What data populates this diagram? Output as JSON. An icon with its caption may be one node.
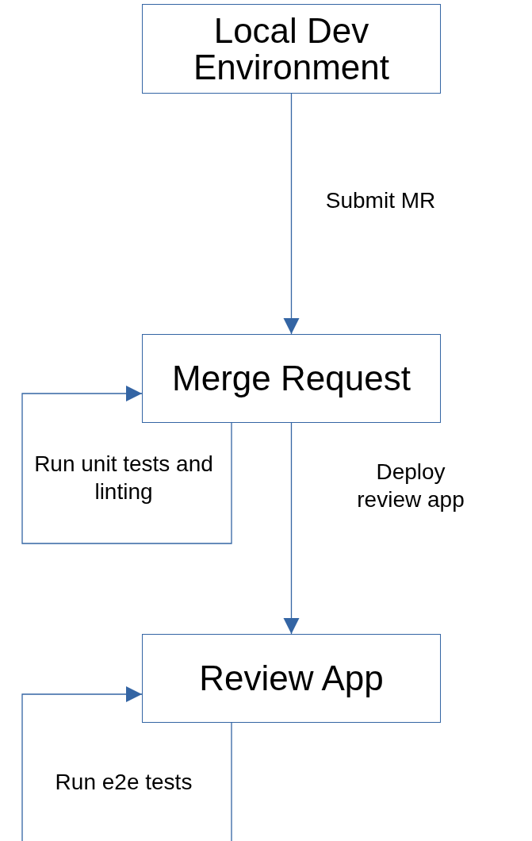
{
  "diagram": {
    "nodes": [
      {
        "text": [
          "Local Dev Environment"
        ]
      },
      {
        "text": [
          "Merge Request"
        ]
      },
      {
        "text": [
          "Review App"
        ]
      }
    ],
    "edges": [
      {
        "from": 0,
        "to": 1,
        "arrow": "to",
        "label": "Submit MR"
      },
      {
        "from": 1,
        "to": 1,
        "arrow": "to",
        "label": "Run unit tests and linting"
      },
      {
        "from": 1,
        "to": 2,
        "arrow": "to",
        "label": "Deploy review app"
      },
      {
        "from": 2,
        "to": 2,
        "arrow": "to",
        "label": "Run e2e tests"
      }
    ]
  }
}
